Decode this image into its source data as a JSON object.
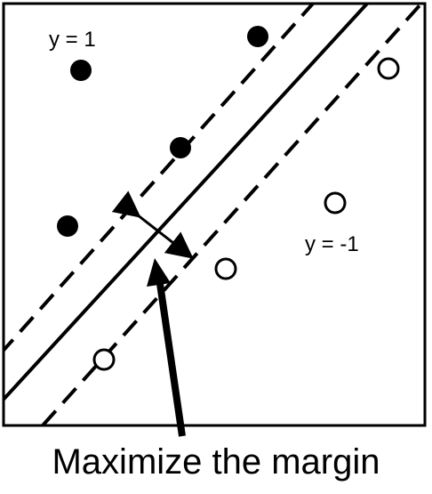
{
  "labels": {
    "positive_class": "y = 1",
    "negative_class": "y = -1",
    "caption": "Maximize the margin"
  },
  "points": {
    "positive": [
      {
        "id": "p1"
      },
      {
        "id": "p2"
      },
      {
        "id": "p3"
      },
      {
        "id": "p4"
      }
    ],
    "negative": [
      {
        "id": "n1"
      },
      {
        "id": "n2"
      },
      {
        "id": "n3"
      },
      {
        "id": "n4"
      }
    ]
  },
  "colors": {
    "ink": "#000000",
    "background": "#ffffff"
  }
}
